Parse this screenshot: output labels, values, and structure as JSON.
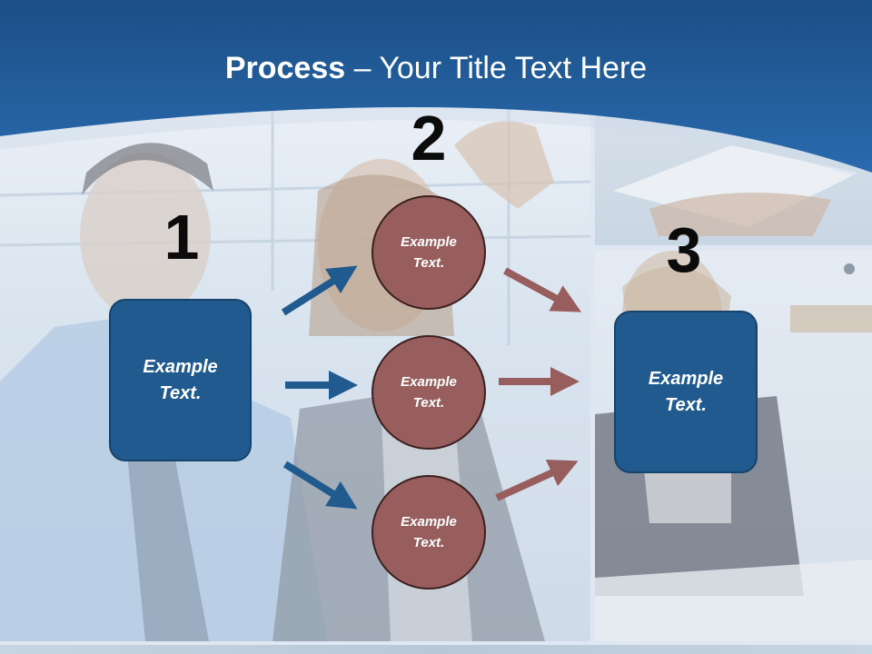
{
  "title": {
    "bold": "Process",
    "rest": " – Your Title Text Here"
  },
  "steps": {
    "step1": {
      "number": "1",
      "text_line1": "Example",
      "text_line2": "Text."
    },
    "step2": {
      "number": "2",
      "circles": [
        {
          "text_line1": "Example",
          "text_line2": "Text."
        },
        {
          "text_line1": "Example",
          "text_line2": "Text."
        },
        {
          "text_line1": "Example",
          "text_line2": "Text."
        }
      ]
    },
    "step3": {
      "number": "3",
      "text_line1": "Example",
      "text_line2": "Text."
    }
  },
  "colors": {
    "header_blue": "#1f5a96",
    "box_blue": "#215a8f",
    "circle_brown": "#985e5e",
    "arrow_blue": "#215a8f",
    "arrow_brown": "#985e5e"
  }
}
